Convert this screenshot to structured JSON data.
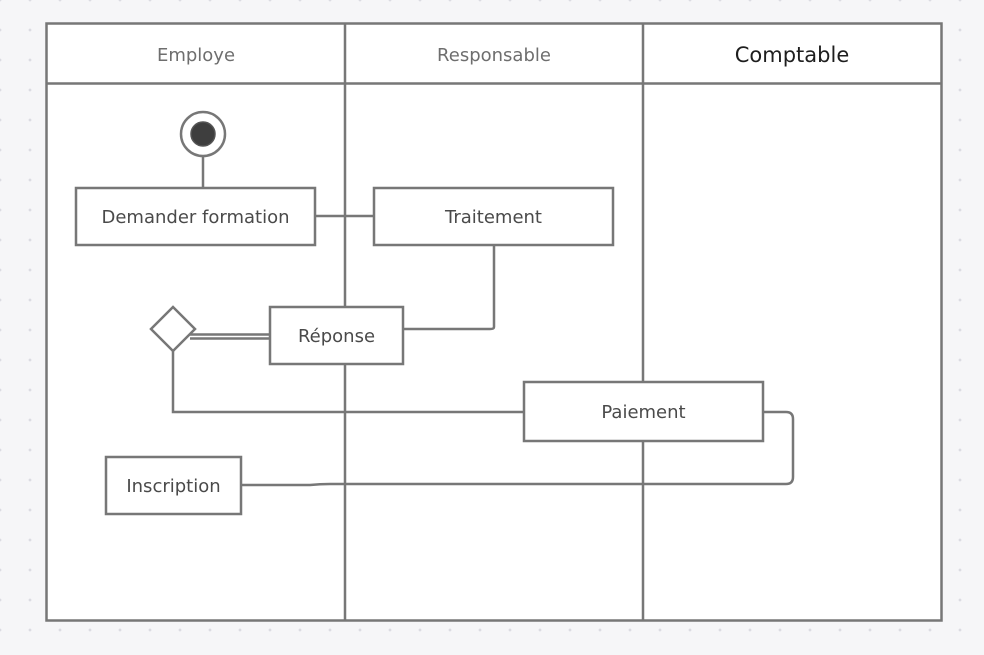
{
  "diagram": {
    "lanes": [
      {
        "id": "employe",
        "title": "Employe"
      },
      {
        "id": "responsable",
        "title": "Responsable"
      },
      {
        "id": "comptable",
        "title": "Comptable"
      }
    ],
    "nodes": {
      "demander_formation": "Demander formation",
      "traitement": "Traitement",
      "reponse": "Réponse",
      "paiement": "Paiement",
      "inscription": "Inscription"
    }
  }
}
